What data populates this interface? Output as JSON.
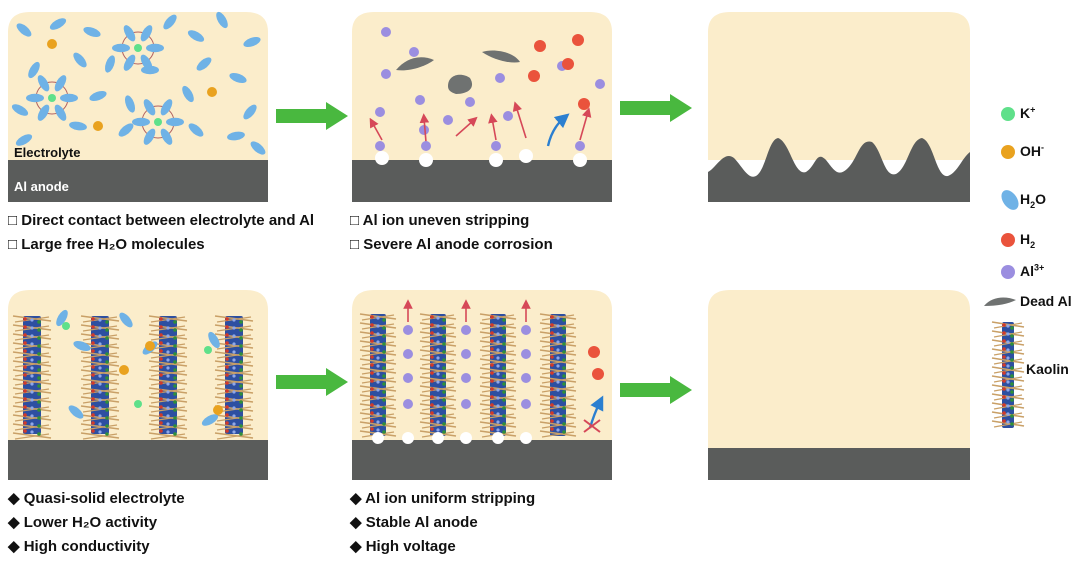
{
  "panels": {
    "top_left": {
      "electrolyte_label": "Electrolyte",
      "anode_label": "Al anode"
    },
    "top_bullets_left": [
      "Direct contact between electrolyte and Al",
      "Large free H₂O molecules"
    ],
    "top_bullets_mid": [
      "Al ion uneven stripping",
      "Severe Al anode corrosion"
    ],
    "bottom_bullets_left": [
      "Quasi-solid electrolyte",
      "Lower H₂O activity",
      "High conductivity"
    ],
    "bottom_bullets_mid": [
      "Al ion uniform stripping",
      "Stable Al anode",
      "High voltage"
    ]
  },
  "legend": [
    {
      "key": "k",
      "base": "K",
      "sup": "+",
      "sub": "",
      "icon": "green-circle",
      "color": "#5fe08a"
    },
    {
      "key": "oh",
      "base": "OH",
      "sup": "-",
      "sub": "",
      "icon": "orange-circle",
      "color": "#e9a21f"
    },
    {
      "key": "h2o",
      "base": "H",
      "sup": "",
      "sub": "2",
      "tail": "O",
      "icon": "blue-ellipse",
      "color": "#6fb2e6"
    },
    {
      "key": "h2",
      "base": "H",
      "sup": "",
      "sub": "2",
      "icon": "red-circle",
      "color": "#ea533c"
    },
    {
      "key": "al",
      "base": "Al",
      "sup": "3+",
      "sub": "",
      "icon": "purple-circle",
      "color": "#9b8ee0"
    },
    {
      "key": "dead",
      "base": "Dead Al",
      "sup": "",
      "sub": "",
      "icon": "dead-al-flake",
      "color": "#6f7271"
    },
    {
      "key": "kaolin",
      "base": "Kaolin",
      "sup": "",
      "sub": "",
      "icon": "kaolin-sheet",
      "color": "#2d4fa1"
    }
  ],
  "colors": {
    "electrolyte": "#fbedcb",
    "anode": "#5a5c5b",
    "arrow": "#49b83f",
    "kaolin_blue": "#2d4fa1",
    "kaolin_tan": "#c9a067",
    "red_arrow": "#d64858",
    "blue_arrow": "#2b7fd0"
  },
  "bullet_markers": {
    "top": "hollow-square",
    "bottom": "filled-diamond"
  }
}
